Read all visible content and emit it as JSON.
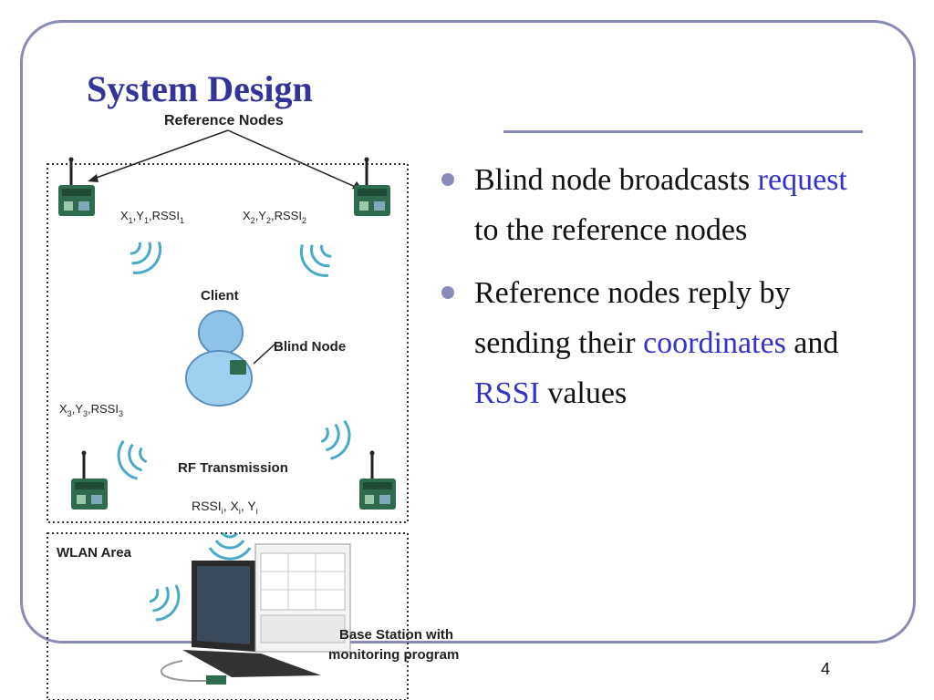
{
  "slide": {
    "title": "System Design",
    "page_number": "4"
  },
  "bullets": [
    {
      "segments": [
        {
          "text": "Blind node broadcasts ",
          "highlight": false
        },
        {
          "text": "request",
          "highlight": true
        },
        {
          "text": " to the reference nodes",
          "highlight": false
        }
      ]
    },
    {
      "segments": [
        {
          "text": "Reference nodes reply by sending their ",
          "highlight": false
        },
        {
          "text": "coordinates",
          "highlight": true
        },
        {
          "text": " and ",
          "highlight": false
        },
        {
          "text": "RSSI",
          "highlight": true
        },
        {
          "text": " values",
          "highlight": false
        }
      ]
    }
  ],
  "diagram": {
    "reference_nodes_label": "Reference Nodes",
    "node1": {
      "base": "X",
      "s1": "1",
      "mid": ",Y",
      "s2": "1",
      "tail": ",RSSI",
      "s3": "1"
    },
    "node2": {
      "base": "X",
      "s1": "2",
      "mid": ",Y",
      "s2": "2",
      "tail": ",RSSI",
      "s3": "2"
    },
    "node3": {
      "base": "X",
      "s1": "3",
      "mid": ",Y",
      "s2": "3",
      "tail": ",RSSI",
      "s3": "3"
    },
    "client_label": "Client",
    "blind_node_label": "Blind Node",
    "rf_label": "RF Transmission",
    "rssi_i": {
      "base": "RSSI",
      "s1": "i",
      "mid": ", X",
      "s2": "i",
      "tail": ", Y",
      "s3": "i"
    },
    "wlan_label": "WLAN Area",
    "base_station_line1": "Base Station with",
    "base_station_line2": "monitoring program"
  },
  "colors": {
    "title": "#33339a",
    "highlight": "#3333cc",
    "frame": "#8a8ab8",
    "board": "#2e6b4f",
    "waves": "#4aa8c8"
  }
}
